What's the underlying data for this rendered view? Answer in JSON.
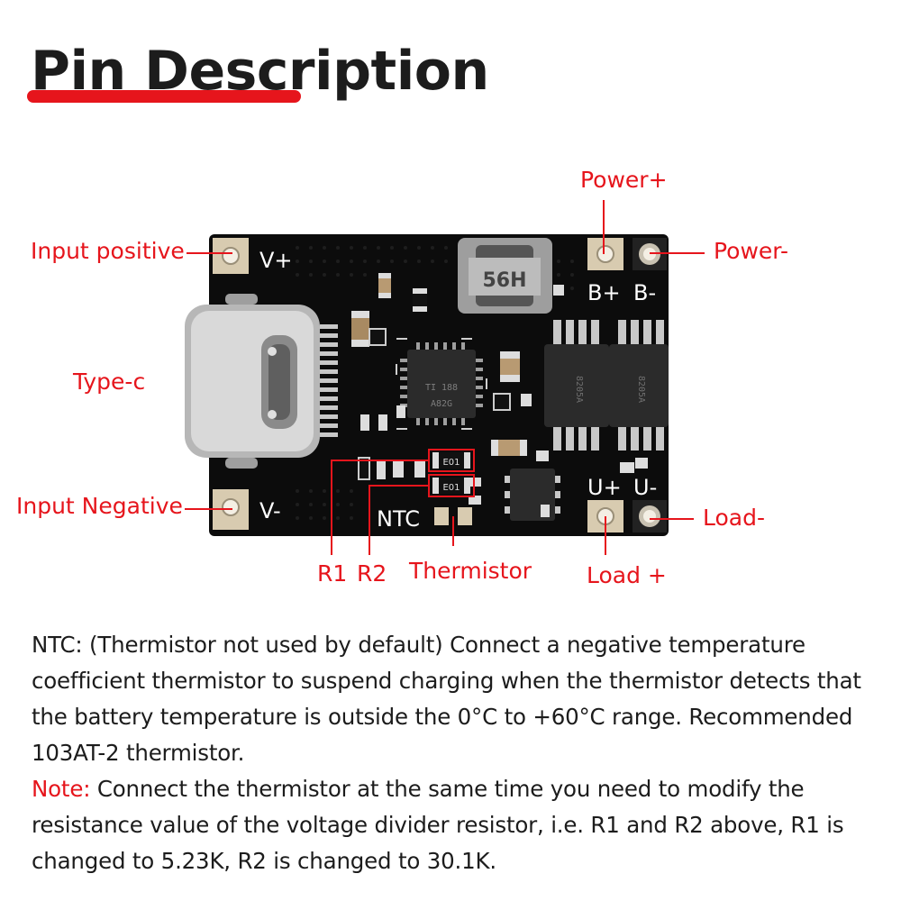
{
  "title": "Pin Description",
  "labels": {
    "input_positive": "Input positive",
    "type_c": "Type-c",
    "input_negative": "Input Negative",
    "power_plus": "Power+",
    "power_minus": "Power-",
    "load_minus": "Load-",
    "load_plus": "Load +",
    "r1": "R1",
    "r2": "R2",
    "thermistor": "Thermistor"
  },
  "board": {
    "silk_v_plus": "V+",
    "silk_v_minus": "V-",
    "silk_b_plus": "B+",
    "silk_b_minus": "B-",
    "silk_u_plus": "U+",
    "silk_u_minus": "U-",
    "silk_ntc": "NTC",
    "chip_line1": "TI 188",
    "chip_line2": "A82G",
    "mosfet_text": "8205A",
    "resistor_code": "E01"
  },
  "description": {
    "ntc_paragraph": "NTC: (Thermistor not used by default) Connect a negative temperature coefficient thermistor to suspend charging when the thermistor detects that the battery temperature is outside the 0°C to +60°C range. Recommended 103AT-2 thermistor.",
    "note_label": "Note:",
    "note_text": " Connect the thermistor at the same time you need to modify the resistance value of the voltage divider resistor, i.e. R1 and R2 above, R1 is changed to 5.23K, R2 is changed to 30.1K."
  },
  "colors": {
    "accent": "#e6151c",
    "pcb": "#0c0c0c",
    "text": "#1c1c1c"
  }
}
